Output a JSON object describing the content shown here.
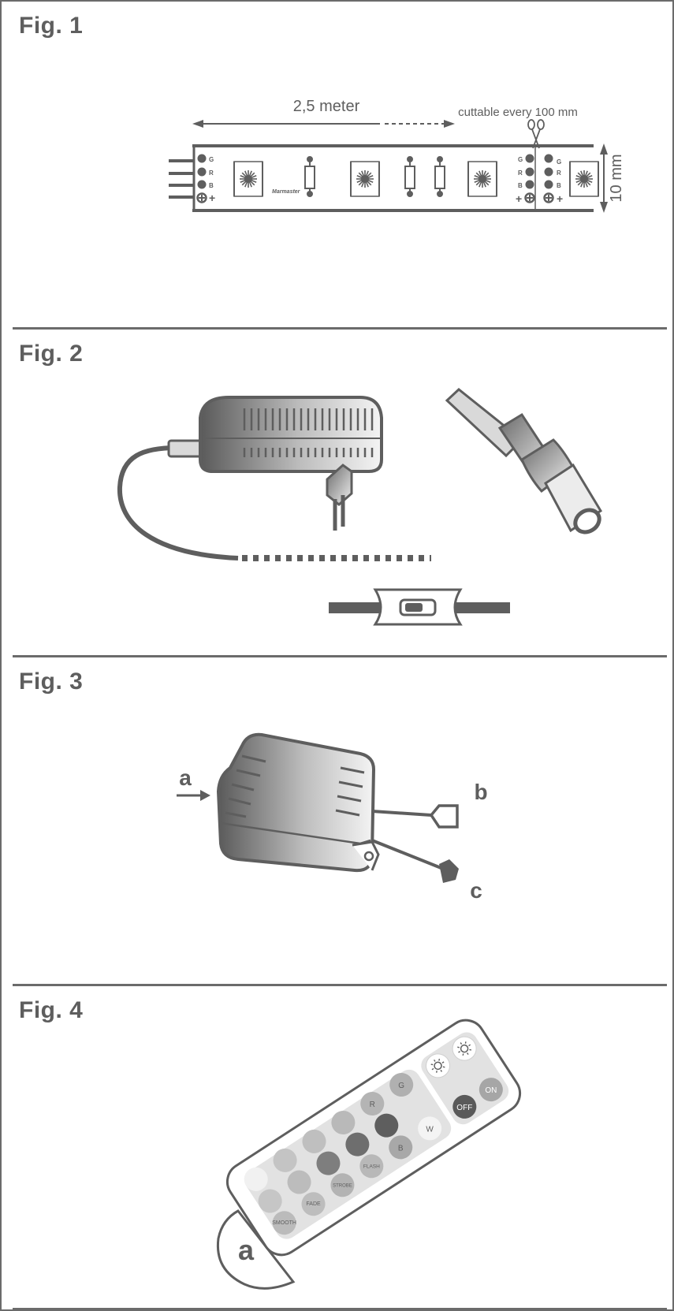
{
  "figures": [
    {
      "label": "Fig. 1"
    },
    {
      "label": "Fig. 2"
    },
    {
      "label": "Fig. 3"
    },
    {
      "label": "Fig. 4"
    }
  ],
  "fig1": {
    "length_label": "2,5 meter",
    "cut_label": "cuttable every 100 mm",
    "width_label": "10 mm",
    "brand_label": "Marmaster",
    "pin_g": "G",
    "pin_r": "R",
    "pin_b": "B",
    "pin_plus": "+"
  },
  "fig3": {
    "callout_a": "a",
    "callout_b": "b",
    "callout_c": "c"
  },
  "fig4": {
    "callout_a": "a",
    "btn_r": "R",
    "btn_g": "G",
    "btn_b": "B",
    "btn_w": "W",
    "btn_off": "OFF",
    "btn_on": "ON",
    "btn_flash": "FLASH",
    "btn_strobe": "STROBE",
    "btn_fade": "FADE",
    "btn_smooth": "SMOOTH"
  },
  "colors": {
    "line": "#5e5e5e",
    "dark": "#5a5a5a",
    "light": "#d9d9d9",
    "white": "#ffffff"
  }
}
